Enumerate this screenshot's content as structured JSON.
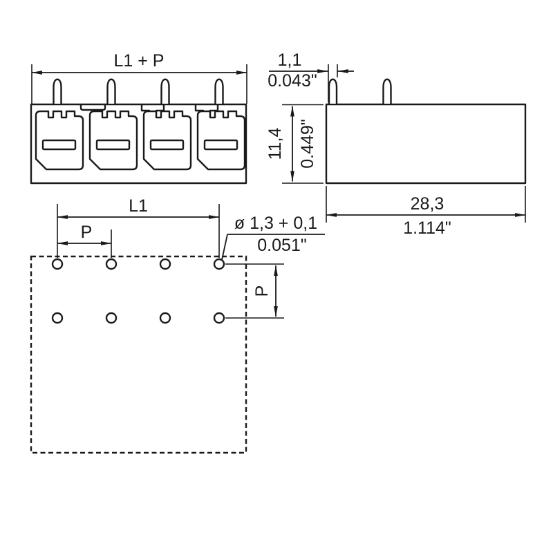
{
  "drawing": {
    "colors": {
      "line": "#1a1a1a",
      "background": "#ffffff"
    },
    "front_view": {
      "overall_width_label": "L1 + P",
      "pole_count": 4,
      "pin_count": 4
    },
    "side_view": {
      "pin_width_mm": "1,1",
      "pin_width_inch": "0.043\"",
      "height_mm": "11,4",
      "height_inch": "0.449\"",
      "depth_mm": "28,3",
      "depth_inch": "1.114\""
    },
    "drilling_plan": {
      "row_span_label": "L1",
      "pitch_label": "P",
      "hole_diameter_mm": "ø 1,3 + 0,1",
      "hole_diameter_inch": "0.051\"",
      "row_spacing_label": "P",
      "hole_count": 8,
      "hole_columns": 4,
      "hole_rows": 2
    }
  }
}
